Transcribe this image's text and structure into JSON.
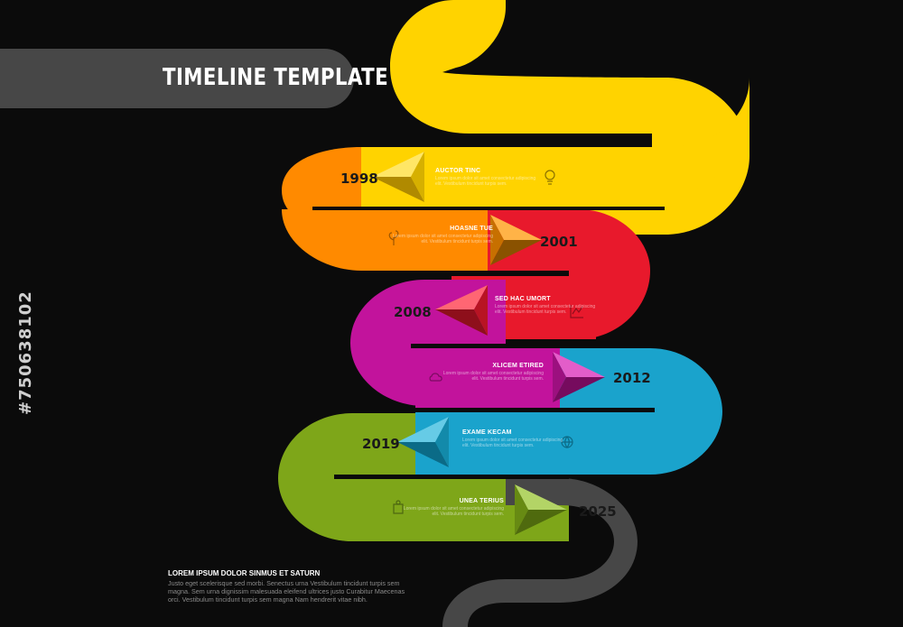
{
  "header": {
    "title": "TIMELINE TEMPLATE"
  },
  "colors": {
    "background": "#0b0b0b",
    "title_bar": "#474747",
    "yellow": "#ffd300",
    "orange": "#ff8a00",
    "red": "#e8192c",
    "magenta": "#c2139c",
    "blue": "#1aa3cc",
    "green": "#7ea619",
    "gray": "#474747"
  },
  "events": [
    {
      "year": "1998",
      "title": "AUCTOR TINC",
      "text": "Lorem ipsum dolor sit amet consectetur adipiscing elit. Vestibulum tincidunt turpis sem.",
      "color": "#ffd300",
      "icon": "lightbulb-icon"
    },
    {
      "year": "2001",
      "title": "HOASNE TUE",
      "text": "Lorem ipsum dolor sit amet consectetur adipiscing elit. Vestibulum tincidunt turpis sem.",
      "color": "#ff8a00",
      "icon": "plant-icon"
    },
    {
      "year": "2008",
      "title": "SED HAC UMORT",
      "text": "Lorem ipsum dolor sit amet consectetur adipiscing elit. Vestibulum tincidunt turpis sem.",
      "color": "#e8192c",
      "icon": "chart-icon"
    },
    {
      "year": "2012",
      "title": "XLICEM ETIRED",
      "text": "Lorem ipsum dolor sit amet consectetur adipiscing elit. Vestibulum tincidunt turpis sem.",
      "color": "#c2139c",
      "icon": "cloud-icon"
    },
    {
      "year": "2019",
      "title": "EXAME KECAM",
      "text": "Lorem ipsum dolor sit amet consectetur adipiscing elit. Vestibulum tincidunt turpis sem.",
      "color": "#1aa3cc",
      "icon": "globe-icon"
    },
    {
      "year": "2025",
      "title": "UNEA TERIUS",
      "text": "Lorem ipsum dolor sit amet consectetur adipiscing elit. Vestibulum tincidunt turpis sem.",
      "color": "#7ea619",
      "icon": "puzzle-icon"
    }
  ],
  "footer": {
    "title": "LOREM IPSUM DOLOR SINMUS ET SATURN",
    "text": "Justo eget scelerisque sed morbi. Senectus urna Vestibulum tincidunt turpis sem magna. Sem urna dignissim malesuada eleifend ultrices justo Curabitur Maecenas orci. Vestibulum tincidunt turpis sem magna Nam hendrerit vitae nibh."
  },
  "watermark": "#750638102"
}
